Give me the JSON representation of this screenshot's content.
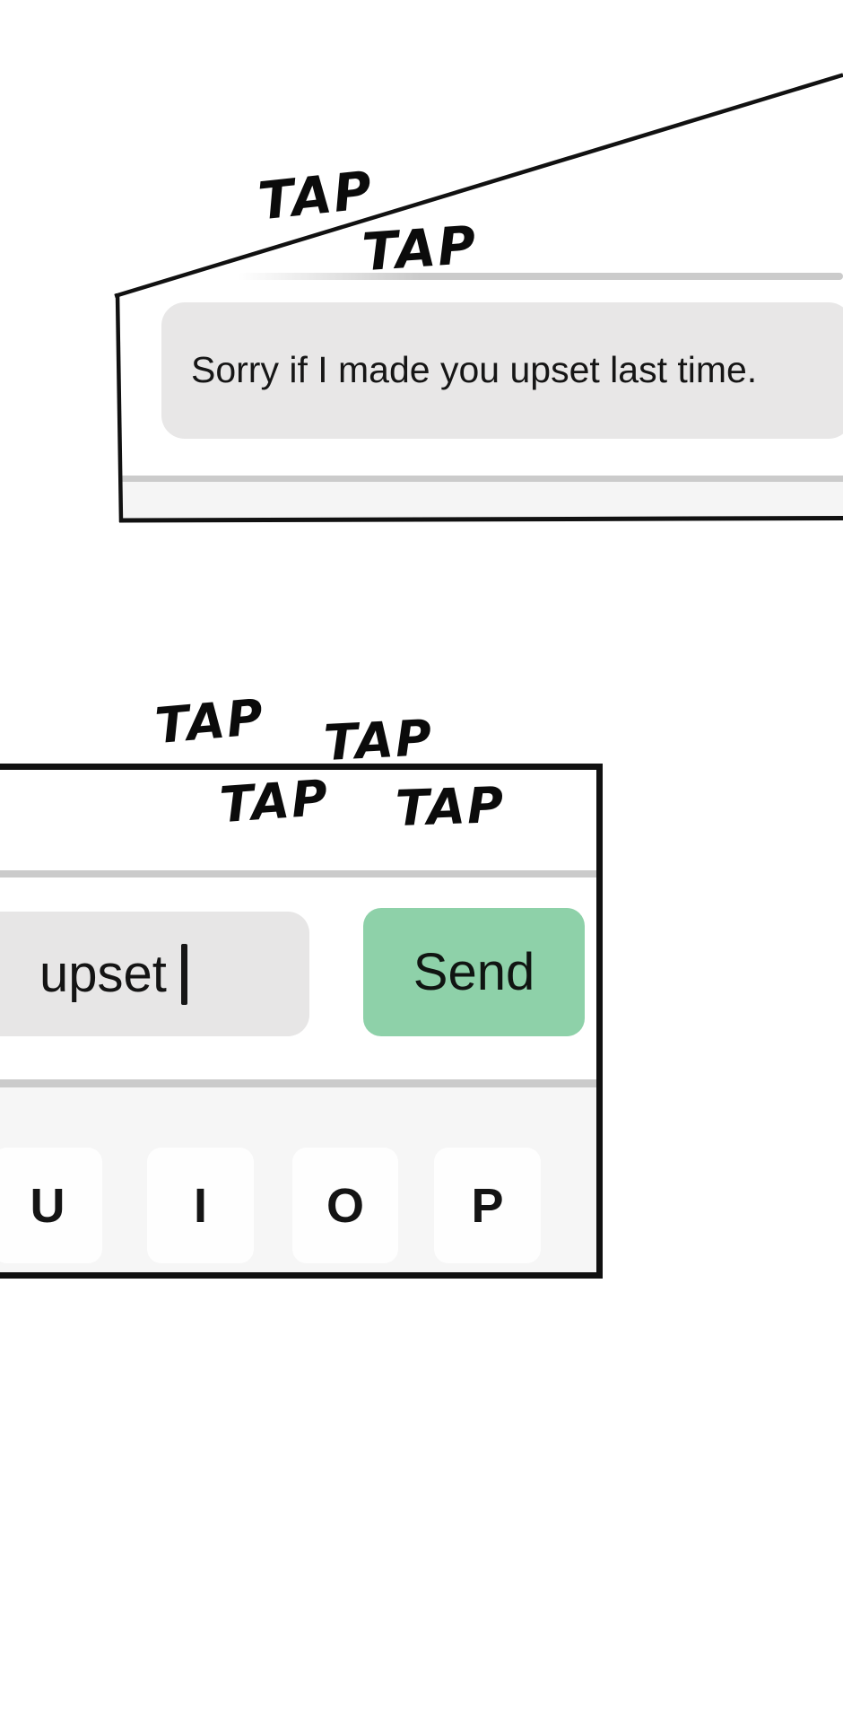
{
  "panel1": {
    "sfx": [
      "TAP",
      "TAP"
    ],
    "chat": {
      "message": "Sorry if I made you upset last time."
    }
  },
  "panel2": {
    "sfx_above": [
      "TAP",
      "TAP"
    ],
    "sfx_inside": [
      "TAP",
      "TAP"
    ],
    "composer": {
      "input_value": "upset",
      "cursor": "|",
      "send_label": "Send"
    },
    "keyboard": {
      "keys": [
        "U",
        "I",
        "O",
        "P"
      ]
    }
  },
  "colors": {
    "accent_green": "#8ed1a9",
    "bubble_gray": "#e8e7e7",
    "divider_gray": "#cbcbcb",
    "input_strip_gray": "#f5f5f5",
    "keyboard_bg": "#f6f6f6",
    "key_white": "#fefefe",
    "panel_border": "#111111"
  }
}
